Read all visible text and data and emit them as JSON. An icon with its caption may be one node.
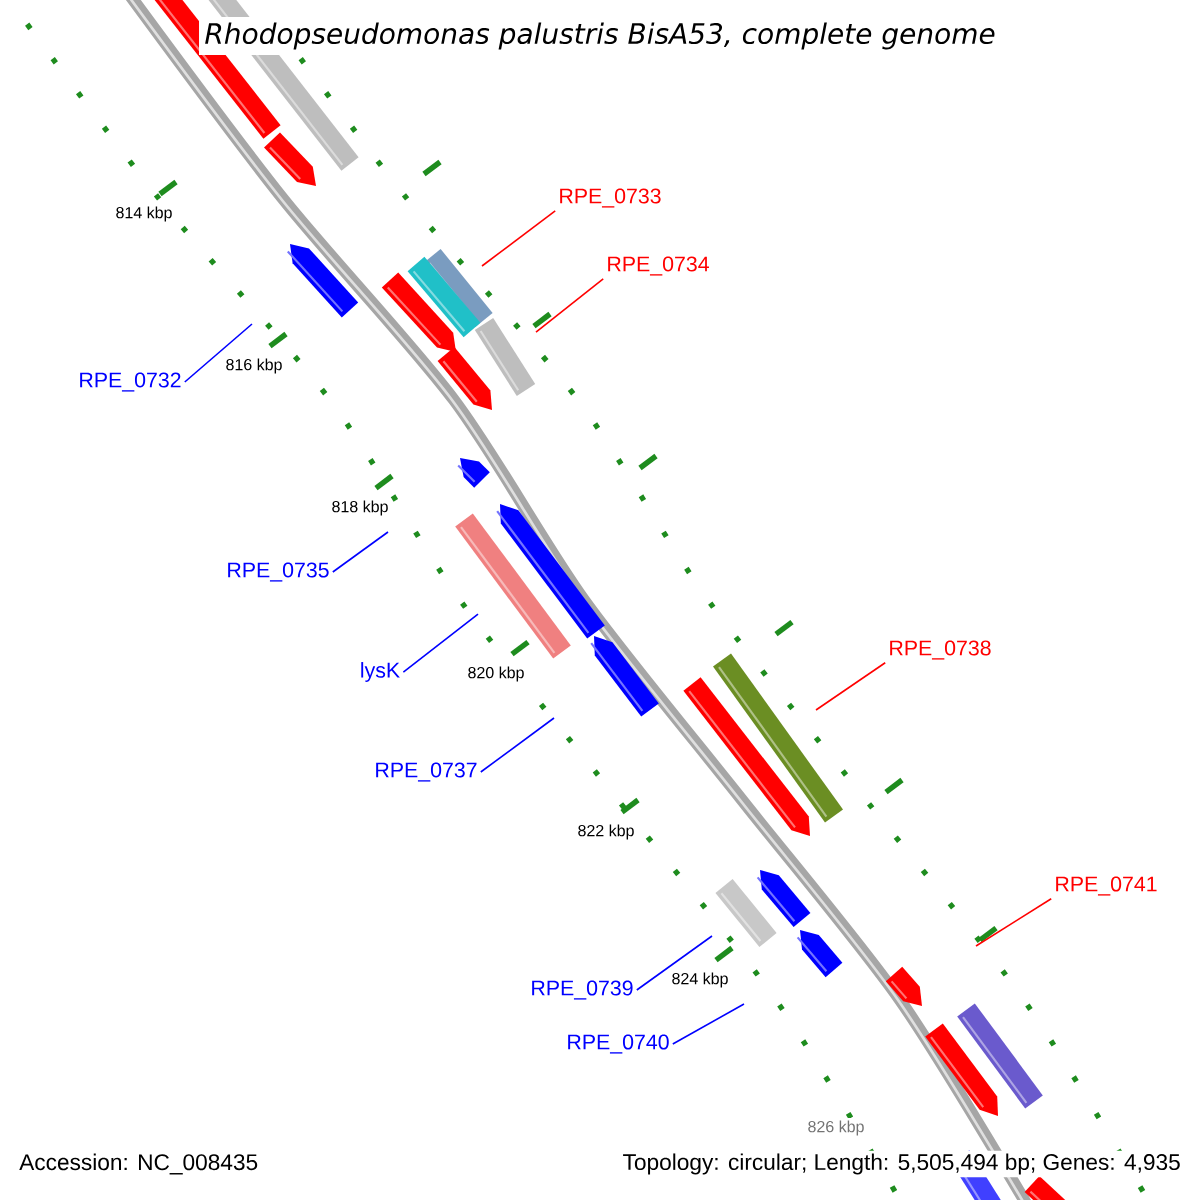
{
  "diagram": {
    "title": "*Rhodopseudomonas palustris* BisA53, complete genome",
    "nodes": [
      {
        "text": [
          "RPE_0733"
        ]
      },
      {
        "text": [
          "RPE_0734"
        ]
      },
      {
        "text": [
          "RPE_0732"
        ]
      },
      {
        "text": [
          "RPE_0735"
        ]
      },
      {
        "text": [
          "RPE_0738"
        ]
      },
      {
        "text": [
          "lysK"
        ]
      },
      {
        "text": [
          "RPE_0737"
        ]
      },
      {
        "text": [
          "RPE_0741"
        ]
      },
      {
        "text": [
          "RPE_0739"
        ]
      },
      {
        "text": [
          "RPE_0740"
        ]
      }
    ],
    "edges": [
      {
        "from": 0,
        "to": null,
        "arrow": "none",
        "color": "#ff0000"
      },
      {
        "from": 1,
        "to": null,
        "arrow": "none",
        "color": "#ff0000"
      },
      {
        "from": 2,
        "to": null,
        "arrow": "none",
        "color": "#0000ff"
      },
      {
        "from": 3,
        "to": null,
        "arrow": "none",
        "color": "#0000ff"
      },
      {
        "from": 4,
        "to": null,
        "arrow": "none",
        "color": "#ff0000"
      },
      {
        "from": 5,
        "to": null,
        "arrow": "none",
        "color": "#0000ff"
      },
      {
        "from": 6,
        "to": null,
        "arrow": "none",
        "color": "#0000ff"
      },
      {
        "from": 7,
        "to": null,
        "arrow": "none",
        "color": "#ff0000"
      },
      {
        "from": 8,
        "to": null,
        "arrow": "none",
        "color": "#0000ff"
      },
      {
        "from": 9,
        "to": null,
        "arrow": "none",
        "color": "#0000ff"
      }
    ],
    "labels": [
      "814 kbp",
      "816 kbp",
      "818 kbp",
      "820 kbp",
      "822 kbp",
      "824 kbp",
      "Accession: NC_008435",
      "826 kbp",
      "Topology: circular; Length: 5,505,494 bp; Genes: 4,935"
    ]
  }
}
